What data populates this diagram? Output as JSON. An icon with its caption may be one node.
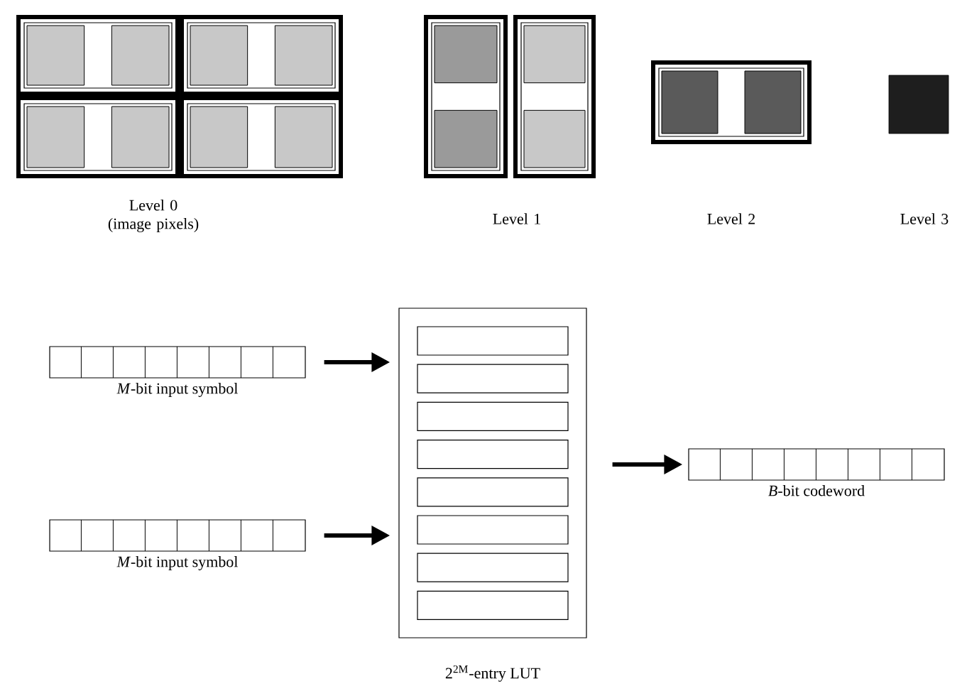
{
  "diagram": {
    "nodes": [
      {
        "text": [
          "*M*-bit input symbol"
        ]
      },
      {
        "text": [
          "*M*-bit input symbol"
        ]
      },
      {
        "text": [
          "2$^{2M}$-entry LUT"
        ]
      },
      {
        "text": [
          "*B*-bit codeword"
        ]
      }
    ],
    "edges": [
      {
        "from": 0,
        "to": 2,
        "arrow": "to"
      },
      {
        "from": 1,
        "to": 2,
        "arrow": "to"
      },
      {
        "from": 2,
        "to": 3,
        "arrow": "to"
      }
    ],
    "labels": [
      "Level 0 (image pixels)",
      "Level 1",
      "Level 2",
      "Level 3"
    ]
  }
}
